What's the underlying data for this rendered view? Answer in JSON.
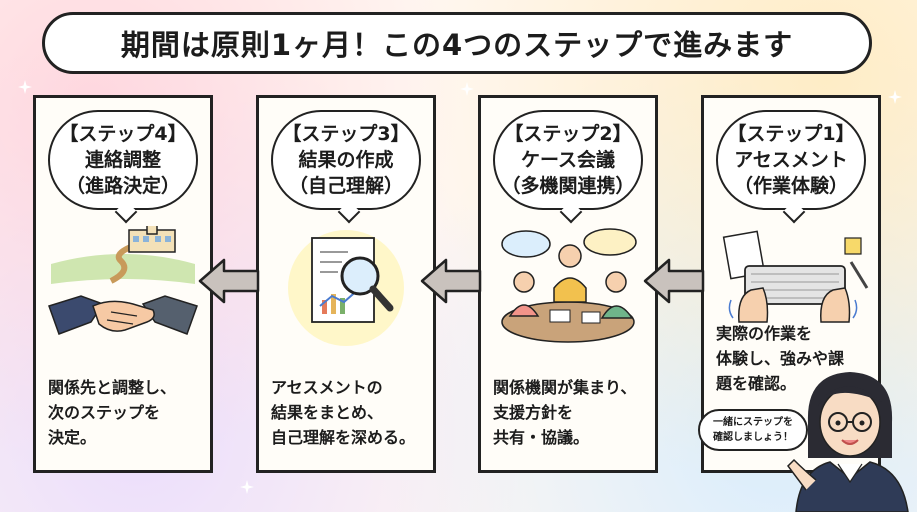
{
  "title": "期間は原則1ヶ月！この4つのステップで進みます",
  "steps": [
    {
      "label": "【ステップ4】",
      "name": "連絡調整",
      "sub": "（進路決定）",
      "desc": [
        "関係先と調整し、",
        "次のステップを",
        "決定。"
      ],
      "icon": "handshake-school-icon"
    },
    {
      "label": "【ステップ3】",
      "name": "結果の作成",
      "sub": "（自己理解）",
      "desc": [
        "アセスメントの",
        "結果をまとめ、",
        "自己理解を深める。"
      ],
      "icon": "magnifier-report-icon"
    },
    {
      "label": "【ステップ2】",
      "name": "ケース会議",
      "sub": "（多機関連携）",
      "desc": [
        "関係機関が集まり、",
        "支援方針を",
        "共有・協議。"
      ],
      "icon": "meeting-icon"
    },
    {
      "label": "【ステップ1】",
      "name": "アセスメント",
      "sub": "（作業体験）",
      "desc": [
        "実際の作業を",
        "体験し、強みや課",
        "題を確認。"
      ],
      "icon": "keyboard-typing-icon"
    }
  ],
  "speech": {
    "line1": "一緒にステップを",
    "line2": "確認しましょう！"
  },
  "colors": {
    "outline": "#222222",
    "arrow_fill": "#c9c2bd",
    "card_bg": "#fffdf8"
  }
}
